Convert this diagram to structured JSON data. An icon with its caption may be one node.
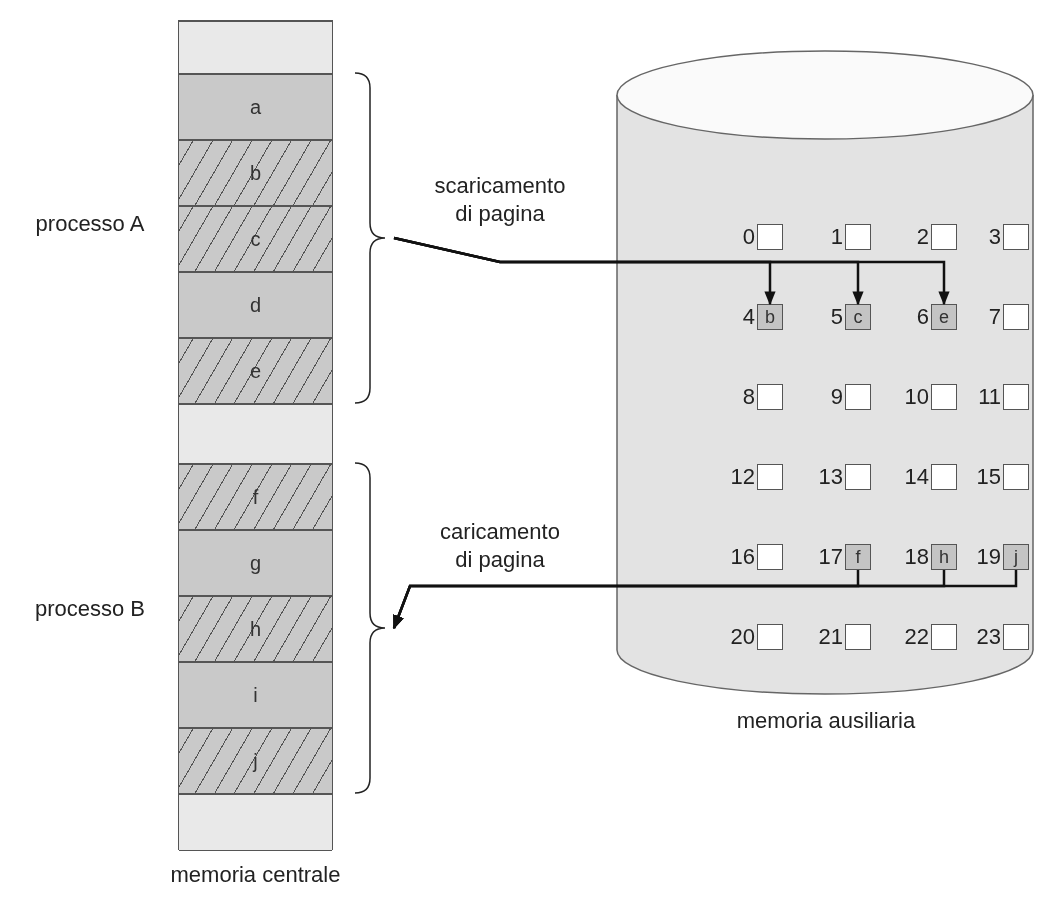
{
  "diagram": {
    "nodes": [
      {
        "text": [
          "memoria centrale"
        ]
      },
      {
        "text": [],
        "shape": "box",
        "in": 0
      },
      {
        "text": [
          "a"
        ],
        "in": 0
      },
      {
        "text": [
          "b"
        ],
        "in": 0
      },
      {
        "text": [
          "c"
        ],
        "in": 0
      },
      {
        "text": [
          "d"
        ],
        "in": 0
      },
      {
        "text": [
          "e"
        ],
        "in": 0
      },
      {
        "text": [],
        "shape": "box",
        "in": 0
      },
      {
        "text": [
          "f"
        ],
        "in": 0
      },
      {
        "text": [
          "g"
        ],
        "in": 0
      },
      {
        "text": [
          "h"
        ],
        "in": 0
      },
      {
        "text": [
          "i"
        ],
        "in": 0
      },
      {
        "text": [
          "j"
        ],
        "in": 0
      },
      {
        "text": [],
        "shape": "box",
        "in": 0
      },
      {
        "text": [],
        "shape": "bracket"
      },
      {
        "text": [],
        "shape": "bracket"
      },
      {
        "text": [
          "memoria ausiliaria"
        ]
      },
      {
        "text": [],
        "shape": "box",
        "beside": [
          "0"
        ],
        "in": 16
      },
      {
        "text": [],
        "shape": "box",
        "beside": [
          "1"
        ],
        "in": 16
      },
      {
        "text": [],
        "shape": "box",
        "beside": [
          "2"
        ],
        "in": 16
      },
      {
        "text": [],
        "shape": "box",
        "beside": [
          "3"
        ],
        "in": 16
      },
      {
        "text": [
          "b"
        ],
        "beside": [
          "4"
        ],
        "in": 16
      },
      {
        "text": [
          "c"
        ],
        "beside": [
          "5"
        ],
        "in": 16
      },
      {
        "text": [
          "e"
        ],
        "beside": [
          "6"
        ],
        "in": 16
      },
      {
        "text": [],
        "shape": "box",
        "beside": [
          "7"
        ],
        "in": 16
      },
      {
        "text": [],
        "shape": "box",
        "beside": [
          "8"
        ],
        "in": 16
      },
      {
        "text": [],
        "shape": "box",
        "beside": [
          "9"
        ],
        "in": 16
      },
      {
        "text": [],
        "shape": "box",
        "beside": [
          "10"
        ],
        "in": 16
      },
      {
        "text": [],
        "shape": "box",
        "beside": [
          "11"
        ],
        "in": 16
      },
      {
        "text": [],
        "shape": "box",
        "beside": [
          "12"
        ],
        "in": 16
      },
      {
        "text": [],
        "shape": "box",
        "beside": [
          "13"
        ],
        "in": 16
      },
      {
        "text": [],
        "shape": "box",
        "beside": [
          "14"
        ],
        "in": 16
      },
      {
        "text": [],
        "shape": "box",
        "beside": [
          "15"
        ],
        "in": 16
      },
      {
        "text": [],
        "shape": "box",
        "beside": [
          "16"
        ],
        "in": 16
      },
      {
        "text": [
          "f"
        ],
        "beside": [
          "17"
        ],
        "in": 16
      },
      {
        "text": [
          "h"
        ],
        "beside": [
          "18"
        ],
        "in": 16
      },
      {
        "text": [
          "j"
        ],
        "beside": [
          "19"
        ],
        "in": 16
      },
      {
        "text": [],
        "shape": "box",
        "beside": [
          "20"
        ],
        "in": 16
      },
      {
        "text": [],
        "shape": "box",
        "beside": [
          "21"
        ],
        "in": 16
      },
      {
        "text": [],
        "shape": "box",
        "beside": [
          "22"
        ],
        "in": 16
      },
      {
        "text": [],
        "shape": "box",
        "beside": [
          "23"
        ],
        "in": 16
      }
    ],
    "edges": [
      {
        "from": 14,
        "to": 21,
        "arrow": "to",
        "label": "scaricamento di pagina"
      },
      {
        "from": 14,
        "to": 22,
        "arrow": "to"
      },
      {
        "from": 14,
        "to": 23,
        "arrow": "to"
      },
      {
        "from": 34,
        "to": 15,
        "arrow": "to",
        "label": "caricamento di pagina"
      },
      {
        "from": 35,
        "to": 15,
        "arrow": "to"
      },
      {
        "from": 36,
        "to": 15,
        "arrow": "to"
      }
    ],
    "labels": [
      "processo A",
      "processo B"
    ]
  }
}
